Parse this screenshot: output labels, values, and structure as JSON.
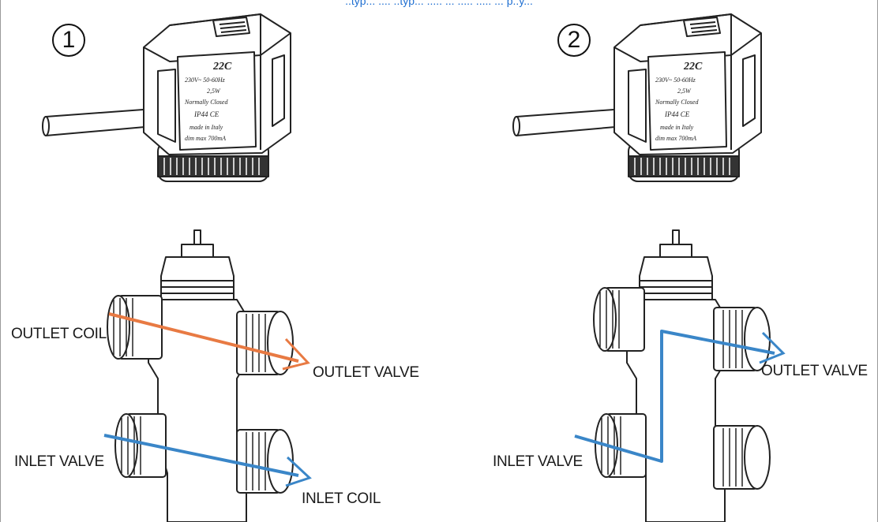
{
  "header": {
    "text": "..typ... .... ..typ... ..... ... ..... ..... ... p..y..."
  },
  "colors": {
    "outlet_arrow": "#e87a43",
    "inlet_arrow": "#3a86c8",
    "line": "#222222"
  },
  "panels": [
    {
      "number": "1",
      "actuator": {
        "model": "22C",
        "lines": [
          "230V~ 50-60Hz",
          "2,5W",
          "Normally Closed",
          "IP44 CE",
          "made in Italy",
          "dim max 700mA"
        ]
      },
      "labels": {
        "outlet_coil": "OUTLET COIL",
        "outlet_valve": "OUTLET VALVE",
        "inlet_valve": "INLET VALVE",
        "inlet_coil": "INLET COIL"
      }
    },
    {
      "number": "2",
      "actuator": {
        "model": "22C",
        "lines": [
          "230V~ 50-60Hz",
          "2,5W",
          "Normally Closed",
          "IP44 CE",
          "made in Italy",
          "dim max 700mA"
        ]
      },
      "labels": {
        "outlet_valve": "OUTLET VALVE",
        "inlet_valve": "INLET VALVE"
      }
    }
  ]
}
